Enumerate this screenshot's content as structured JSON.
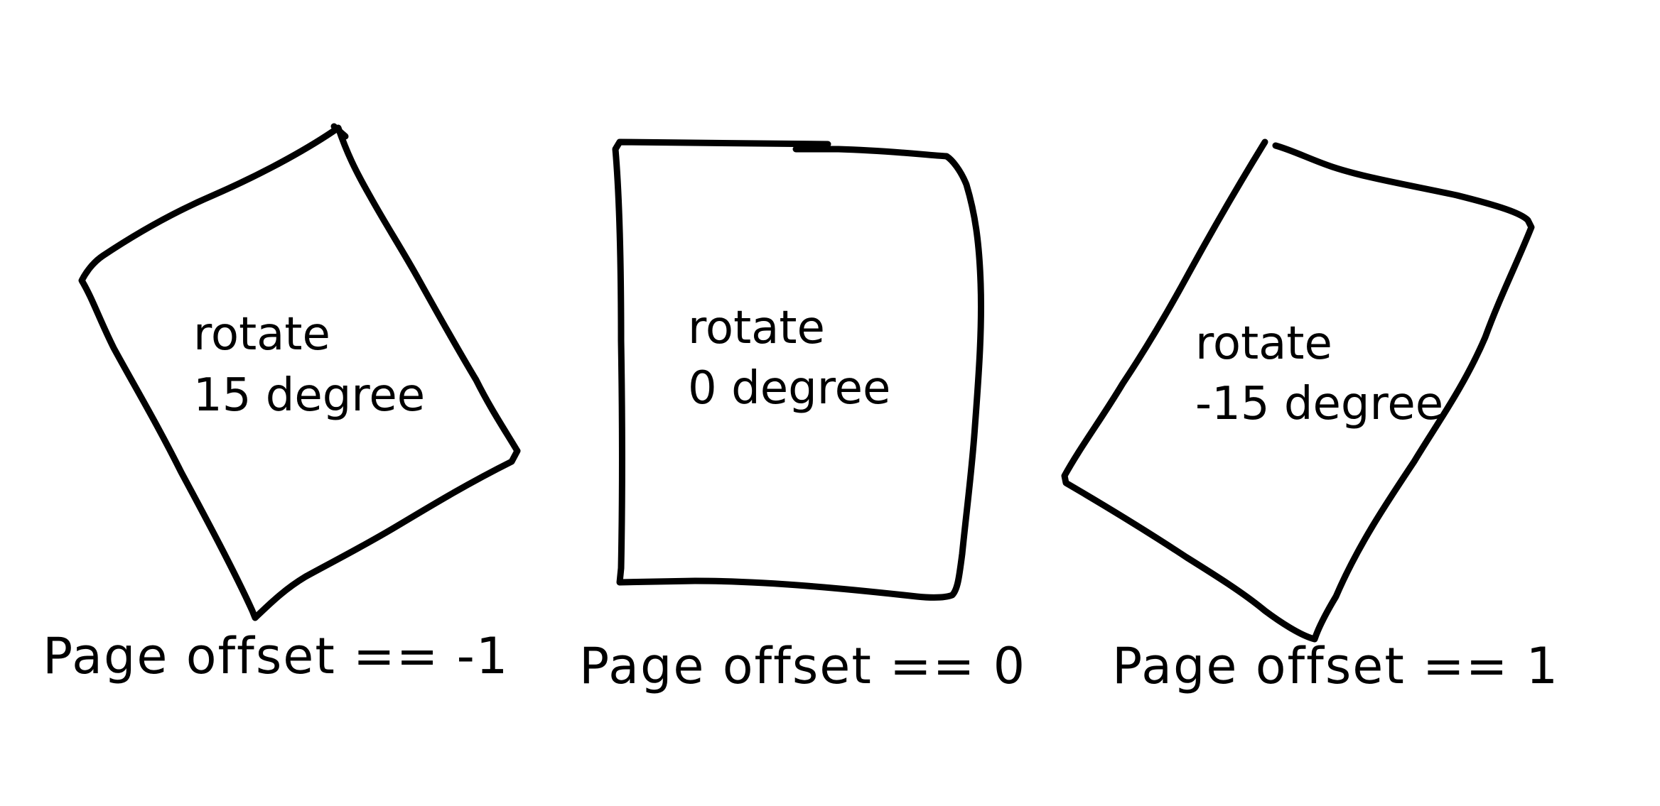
{
  "pages": [
    {
      "line1": "rotate",
      "line2": "15 degree",
      "caption": "Page offset == -1"
    },
    {
      "line1": "rotate",
      "line2": "0 degree",
      "caption": "Page offset == 0"
    },
    {
      "line1": "rotate",
      "line2": "-15 degree",
      "caption": "Page offset == 1"
    }
  ],
  "colors": {
    "stroke": "#000000",
    "background": "#ffffff"
  }
}
